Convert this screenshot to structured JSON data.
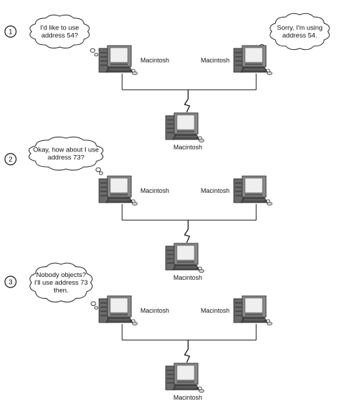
{
  "panels": [
    {
      "step": "1",
      "bubble_left": [
        "I'd like to use",
        "address 54?"
      ],
      "bubble_right": [
        "Sorry, I'm using",
        "address 54."
      ],
      "left_label": "Macintosh",
      "right_label": "Macintosh",
      "bottom_label": "Macintosh"
    },
    {
      "step": "2",
      "bubble_left": [
        "Okay, how about I use",
        "address 73?"
      ],
      "left_label": "Macintosh",
      "right_label": "Macintosh",
      "bottom_label": "Macintosh"
    },
    {
      "step": "3",
      "bubble_left": [
        "Nobody objects?",
        "I'll use address 73",
        "then."
      ],
      "left_label": "Macintosh",
      "right_label": "Macintosh",
      "bottom_label": "Macintosh"
    }
  ]
}
